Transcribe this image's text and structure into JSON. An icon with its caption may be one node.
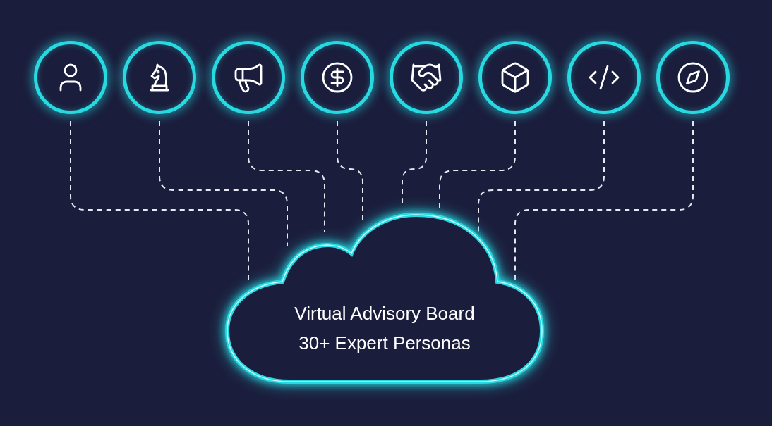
{
  "diagram": {
    "nodes": [
      {
        "text": [],
        "shape": "circle"
      },
      {
        "text": [],
        "shape": "circle"
      },
      {
        "text": [],
        "shape": "circle"
      },
      {
        "text": [],
        "shape": "circle"
      },
      {
        "text": [],
        "shape": "circle"
      },
      {
        "text": [],
        "shape": "circle"
      },
      {
        "text": [],
        "shape": "circle"
      },
      {
        "text": [],
        "shape": "circle"
      },
      {
        "text": [
          "Virtual Advisory Board",
          "30+ Expert Personas"
        ]
      }
    ],
    "edges": [
      {
        "from": 0,
        "to": 8,
        "arrow": "none",
        "style": "dashed"
      },
      {
        "from": 1,
        "to": 8,
        "arrow": "none",
        "style": "dashed"
      },
      {
        "from": 2,
        "to": 8,
        "arrow": "none",
        "style": "dashed"
      },
      {
        "from": 3,
        "to": 8,
        "arrow": "none",
        "style": "dashed"
      },
      {
        "from": 4,
        "to": 8,
        "arrow": "none",
        "style": "dashed"
      },
      {
        "from": 5,
        "to": 8,
        "arrow": "none",
        "style": "dashed"
      },
      {
        "from": 6,
        "to": 8,
        "arrow": "none",
        "style": "dashed"
      },
      {
        "from": 7,
        "to": 8,
        "arrow": "none",
        "style": "dashed"
      }
    ]
  }
}
